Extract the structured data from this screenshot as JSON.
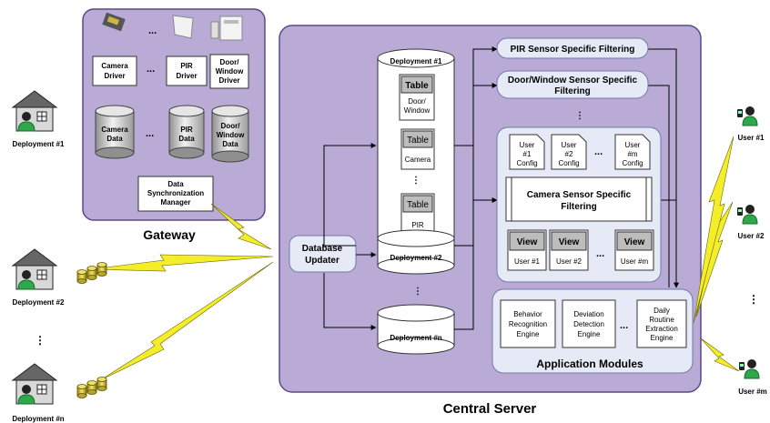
{
  "colors": {
    "panel_fill": "#b9abd6",
    "panel_stroke": "#5a4a86",
    "inner_fill": "#e6eaf6",
    "inner_stroke": "#6f7aa8",
    "cell_grey": "#bdbdbd",
    "lightning": "#f4ee2a",
    "person_green": "#2ea84a"
  },
  "gateway": {
    "title": "Gateway",
    "drivers": {
      "camera": [
        "Camera",
        "Driver"
      ],
      "pir": [
        "PIR",
        "Driver"
      ],
      "door": [
        "Door/",
        "Window",
        "Driver"
      ]
    },
    "data": {
      "camera": [
        "Camera",
        "Data"
      ],
      "pir": [
        "PIR",
        "Data"
      ],
      "door": [
        "Door/",
        "Window",
        "Data"
      ]
    },
    "sync_manager": [
      "Data",
      "Synchronization",
      "Manager"
    ],
    "ellipsis": "..."
  },
  "central_server": {
    "title": "Central Server",
    "database_updater": [
      "Database",
      "Updater"
    ],
    "deployment_db_1": {
      "label": "Deployment #1",
      "tables": [
        {
          "header": "Table",
          "name": [
            "Door/",
            "Window"
          ]
        },
        {
          "header": "Table",
          "name": [
            "Camera"
          ]
        },
        {
          "header": "Table",
          "name": [
            "PIR"
          ]
        }
      ]
    },
    "deployment_db_2": "Deployment #2",
    "deployment_db_n": "Deployment #n",
    "filters": {
      "pir": [
        "PIR Sensor Specific Filtering"
      ],
      "door": [
        "Door/Window Sensor Specific",
        "Filtering"
      ],
      "camera": [
        "Camera Sensor Specific",
        "Filtering"
      ]
    },
    "user_configs": [
      [
        "User",
        "#1",
        "Config"
      ],
      [
        "User",
        "#2",
        "Config"
      ],
      [
        "User",
        "#m",
        "Config"
      ]
    ],
    "views": [
      {
        "header": "View",
        "user": "User #1"
      },
      {
        "header": "View",
        "user": "User #2"
      },
      {
        "header": "View",
        "user": "User #m"
      }
    ],
    "application_modules": {
      "title": "Application Modules",
      "engines": [
        [
          "Behavior",
          "Recognition",
          "Engine"
        ],
        [
          "Deviation",
          "Detection",
          "Engine"
        ],
        [
          "Daily",
          "Routine",
          "Extraction",
          "Engine"
        ]
      ]
    }
  },
  "deployments": [
    "Deployment #1",
    "Deployment #2",
    "Deployment #n"
  ],
  "users": [
    "User #1",
    "User #2",
    "User #m"
  ]
}
